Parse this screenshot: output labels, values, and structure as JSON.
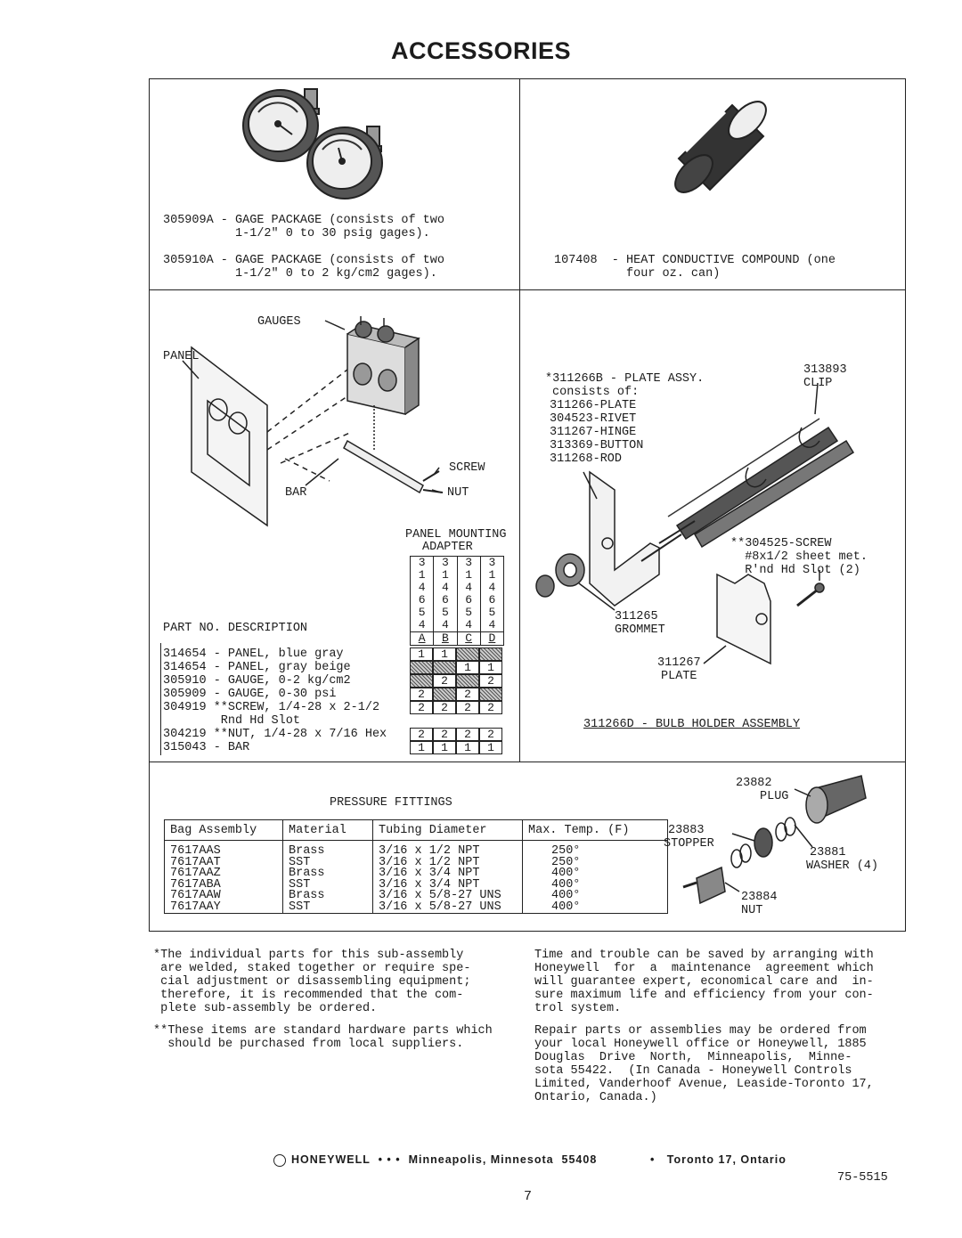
{
  "title": "ACCESSORIES",
  "gauges": {
    "line1": "305909A - GAGE PACKAGE (consists of two",
    "line2": "          1-1/2\" 0 to 30 psig gages).",
    "line3": "305910A - GAGE PACKAGE (consists of two",
    "line4": "          1-1/2\" 0 to 2 kg/cm2 gages)."
  },
  "compound": {
    "line1": "107408  - HEAT CONDUCTIVE COMPOUND (one",
    "line2": "          four oz. can)"
  },
  "panel_labels": {
    "gauges": "GAUGES",
    "panel": "PANEL",
    "screw": "SCREW",
    "bar": "BAR",
    "nut": "NUT",
    "adapter_1": "PANEL MOUNTING",
    "adapter_2": "ADAPTER"
  },
  "adapter_columns": [
    {
      "digits": [
        "3",
        "1",
        "4",
        "6",
        "5",
        "4"
      ],
      "letter": "A"
    },
    {
      "digits": [
        "3",
        "1",
        "4",
        "6",
        "5",
        "4"
      ],
      "letter": "B"
    },
    {
      "digits": [
        "3",
        "1",
        "4",
        "6",
        "5",
        "4"
      ],
      "letter": "C"
    },
    {
      "digits": [
        "3",
        "1",
        "4",
        "6",
        "5",
        "4"
      ],
      "letter": "D"
    }
  ],
  "parts_header": "PART NO. DESCRIPTION",
  "parts": [
    {
      "text": "314654 - PANEL, blue gray",
      "cells": [
        "1",
        "1",
        "",
        ""
      ],
      "shaded": [
        false,
        false,
        true,
        true
      ]
    },
    {
      "text": "314654 - PANEL, gray beige",
      "cells": [
        "",
        "",
        "1",
        "1"
      ],
      "shaded": [
        true,
        true,
        false,
        false
      ]
    },
    {
      "text": "305910 - GAUGE, 0-2 kg/cm2",
      "cells": [
        "",
        "2",
        "",
        "2"
      ],
      "shaded": [
        true,
        false,
        true,
        false
      ]
    },
    {
      "text": "305909 - GAUGE, 0-30 psi",
      "cells": [
        "2",
        "",
        "2",
        ""
      ],
      "shaded": [
        false,
        true,
        false,
        true
      ]
    },
    {
      "text": "304919 **SCREW, 1/4-28 x 2-1/2",
      "text2": "        Rnd Hd Slot",
      "cells": [
        "2",
        "2",
        "2",
        "2"
      ],
      "shaded": [
        false,
        false,
        false,
        false
      ]
    },
    {
      "text": "304219 **NUT, 1/4-28 x 7/16 Hex",
      "cells": [
        "2",
        "2",
        "2",
        "2"
      ],
      "shaded": [
        false,
        false,
        false,
        false
      ]
    },
    {
      "text": "315043 - BAR",
      "cells": [
        "1",
        "1",
        "1",
        "1"
      ],
      "shaded": [
        false,
        false,
        false,
        false
      ]
    }
  ],
  "bulb": {
    "plate_assy": "*311266B - PLATE ASSY.",
    "consists": "consists of:",
    "items": [
      "311266-PLATE",
      "304523-RIVET",
      "311267-HINGE",
      "313369-BUTTON",
      "311268-ROD"
    ],
    "clip_num": "313893",
    "clip": "CLIP",
    "screw_1": "**304525-SCREW",
    "screw_2": "  #8x1/2 sheet met.",
    "screw_3": "  R'nd Hd Slot (2)",
    "grommet_num": "311265",
    "grommet": "GROMMET",
    "plate_num": "311267",
    "plate": "PLATE",
    "assembly": "311266D - BULB HOLDER ASSEMBLY"
  },
  "fittings": {
    "title": "PRESSURE FITTINGS",
    "headers": [
      "Bag Assembly",
      "Material",
      "Tubing Diameter",
      "Max. Temp. (F)"
    ],
    "rows": [
      [
        "7617AAS",
        "Brass",
        "3/16 x 1/2 NPT",
        "250°"
      ],
      [
        "7617AAT",
        "SST",
        "3/16 x 1/2 NPT",
        "250°"
      ],
      [
        "7617AAZ",
        "Brass",
        "3/16 x 3/4 NPT",
        "400°"
      ],
      [
        "7617ABA",
        "SST",
        "3/16 x 3/4 NPT",
        "400°"
      ],
      [
        "7617AAW",
        "Brass",
        "3/16 x 5/8-27 UNS",
        "400°"
      ],
      [
        "7617AAY",
        "SST",
        "3/16 x 5/8-27 UNS",
        "400°"
      ]
    ]
  },
  "plug_parts": {
    "plug_num": "23882",
    "plug": "PLUG",
    "stopper_num": "23883",
    "stopper": "STOPPER",
    "washer_num": "23881",
    "washer": "WASHER (4)",
    "nut_num": "23884",
    "nut": "NUT"
  },
  "notes": {
    "note1": "*The individual parts for this sub-assembly\n are welded, staked together or require spe-\n cial adjustment or disassembling equipment;\n therefore, it is recommended that the com-\n plete sub-assembly be ordered.",
    "note2": "**These items are standard hardware parts which\n  should be purchased from local suppliers.",
    "note3": "Time and trouble can be saved by arranging with\nHoneywell  for  a  maintenance  agreement which\nwill guarantee expert, economical care and  in-\nsure maximum life and efficiency from your con-\ntrol system.",
    "note4": "Repair parts or assemblies may be ordered from\nyour local Honeywell office or Honeywell, 1885\nDouglas  Drive  North,  Minneapolis,  Minne-\nsota 55422.  (In Canada - Honeywell Controls\nLimited, Vanderhoof Avenue, Leaside-Toronto 17,\nOntario, Canada.)"
  },
  "footer": {
    "brand": "HONEYWELL  • • •  Minneapolis, Minnesota  55408",
    "toronto": "•   Toronto 17, Ontario",
    "doc_num": "75-5515",
    "page": "7"
  }
}
